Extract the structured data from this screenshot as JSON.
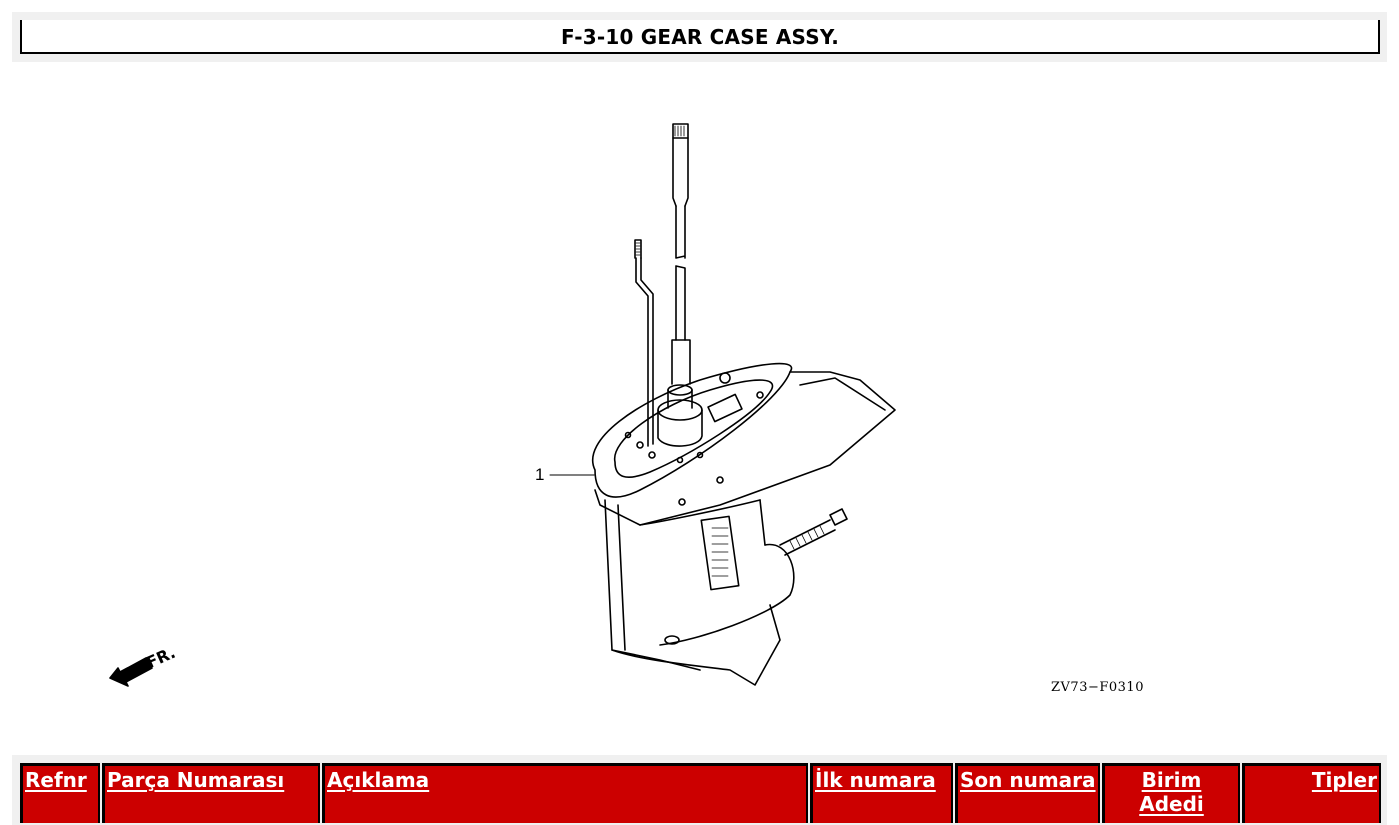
{
  "header": {
    "title": "F-3-10 GEAR CASE ASSY."
  },
  "diagram": {
    "callouts": [
      {
        "label": "1",
        "part": "gear-case"
      }
    ],
    "direction_indicator": "FR.",
    "figure_code": "ZV73−F0310"
  },
  "parts_table": {
    "columns": [
      {
        "key": "refnr",
        "label": "Refnr"
      },
      {
        "key": "part_number",
        "label": "Parça Numarası"
      },
      {
        "key": "description",
        "label": "Açıklama"
      },
      {
        "key": "first_serial",
        "label": "İlk numara"
      },
      {
        "key": "last_serial",
        "label": "Son numara"
      },
      {
        "key": "unit_qty",
        "label": "Birim Adedi"
      },
      {
        "key": "types",
        "label": "Tipler"
      }
    ],
    "header_color": "#cc0000"
  }
}
